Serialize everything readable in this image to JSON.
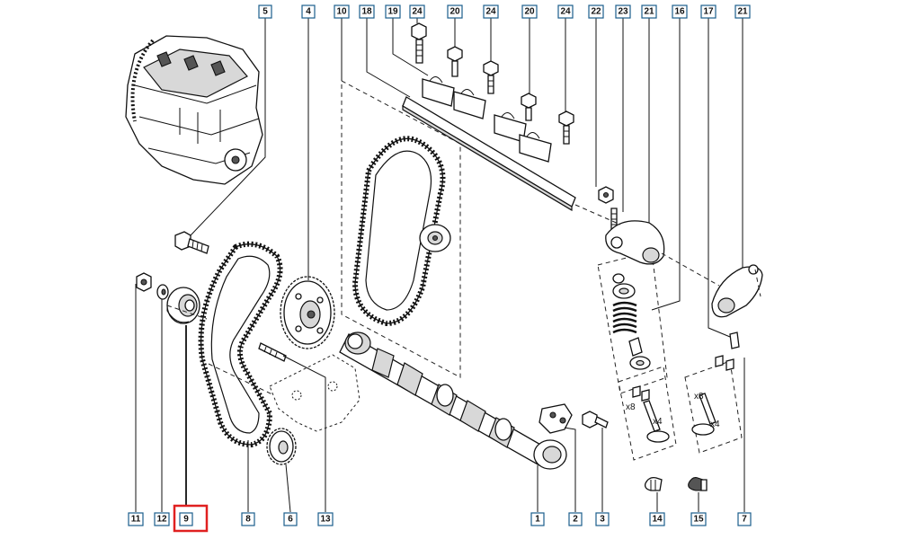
{
  "labels": {
    "top": [
      {
        "text": "5"
      },
      {
        "text": "4"
      },
      {
        "text": "10"
      },
      {
        "text": "18"
      },
      {
        "text": "19"
      },
      {
        "text": "24"
      },
      {
        "text": "20"
      },
      {
        "text": "24"
      },
      {
        "text": "20"
      },
      {
        "text": "24"
      },
      {
        "text": "22"
      },
      {
        "text": "23"
      },
      {
        "text": "21"
      },
      {
        "text": "16"
      },
      {
        "text": "17"
      },
      {
        "text": "21"
      }
    ],
    "bottom": [
      {
        "text": "11"
      },
      {
        "text": "12"
      },
      {
        "text": "9",
        "selected": true
      },
      {
        "text": "8"
      },
      {
        "text": "6"
      },
      {
        "text": "13"
      },
      {
        "text": "1"
      },
      {
        "text": "2"
      },
      {
        "text": "3"
      },
      {
        "text": "14"
      },
      {
        "text": "15"
      },
      {
        "text": "7"
      }
    ]
  },
  "quantity_marks": {
    "intake_upper": "x8",
    "intake_lower": "x4",
    "exhaust_upper": "x8",
    "exhaust_lower": "x4"
  },
  "colors": {
    "label_border": "#1b5e8c",
    "selected_border": "#e02020"
  }
}
